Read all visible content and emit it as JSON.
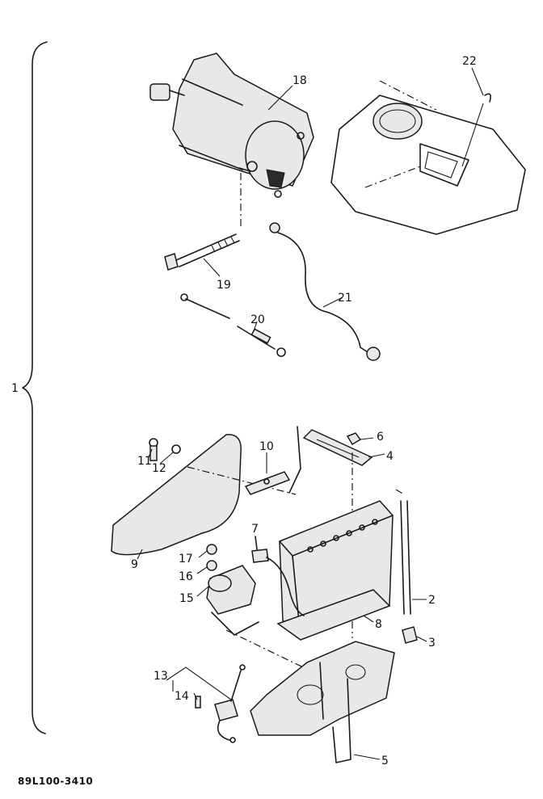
{
  "diagram": {
    "callouts": [
      "1",
      "2",
      "3",
      "4",
      "5",
      "6",
      "7",
      "8",
      "9",
      "10",
      "11",
      "12",
      "13",
      "14",
      "15",
      "16",
      "17",
      "18",
      "19",
      "20",
      "21",
      "22"
    ],
    "diagram_code": "89L100-3410"
  }
}
